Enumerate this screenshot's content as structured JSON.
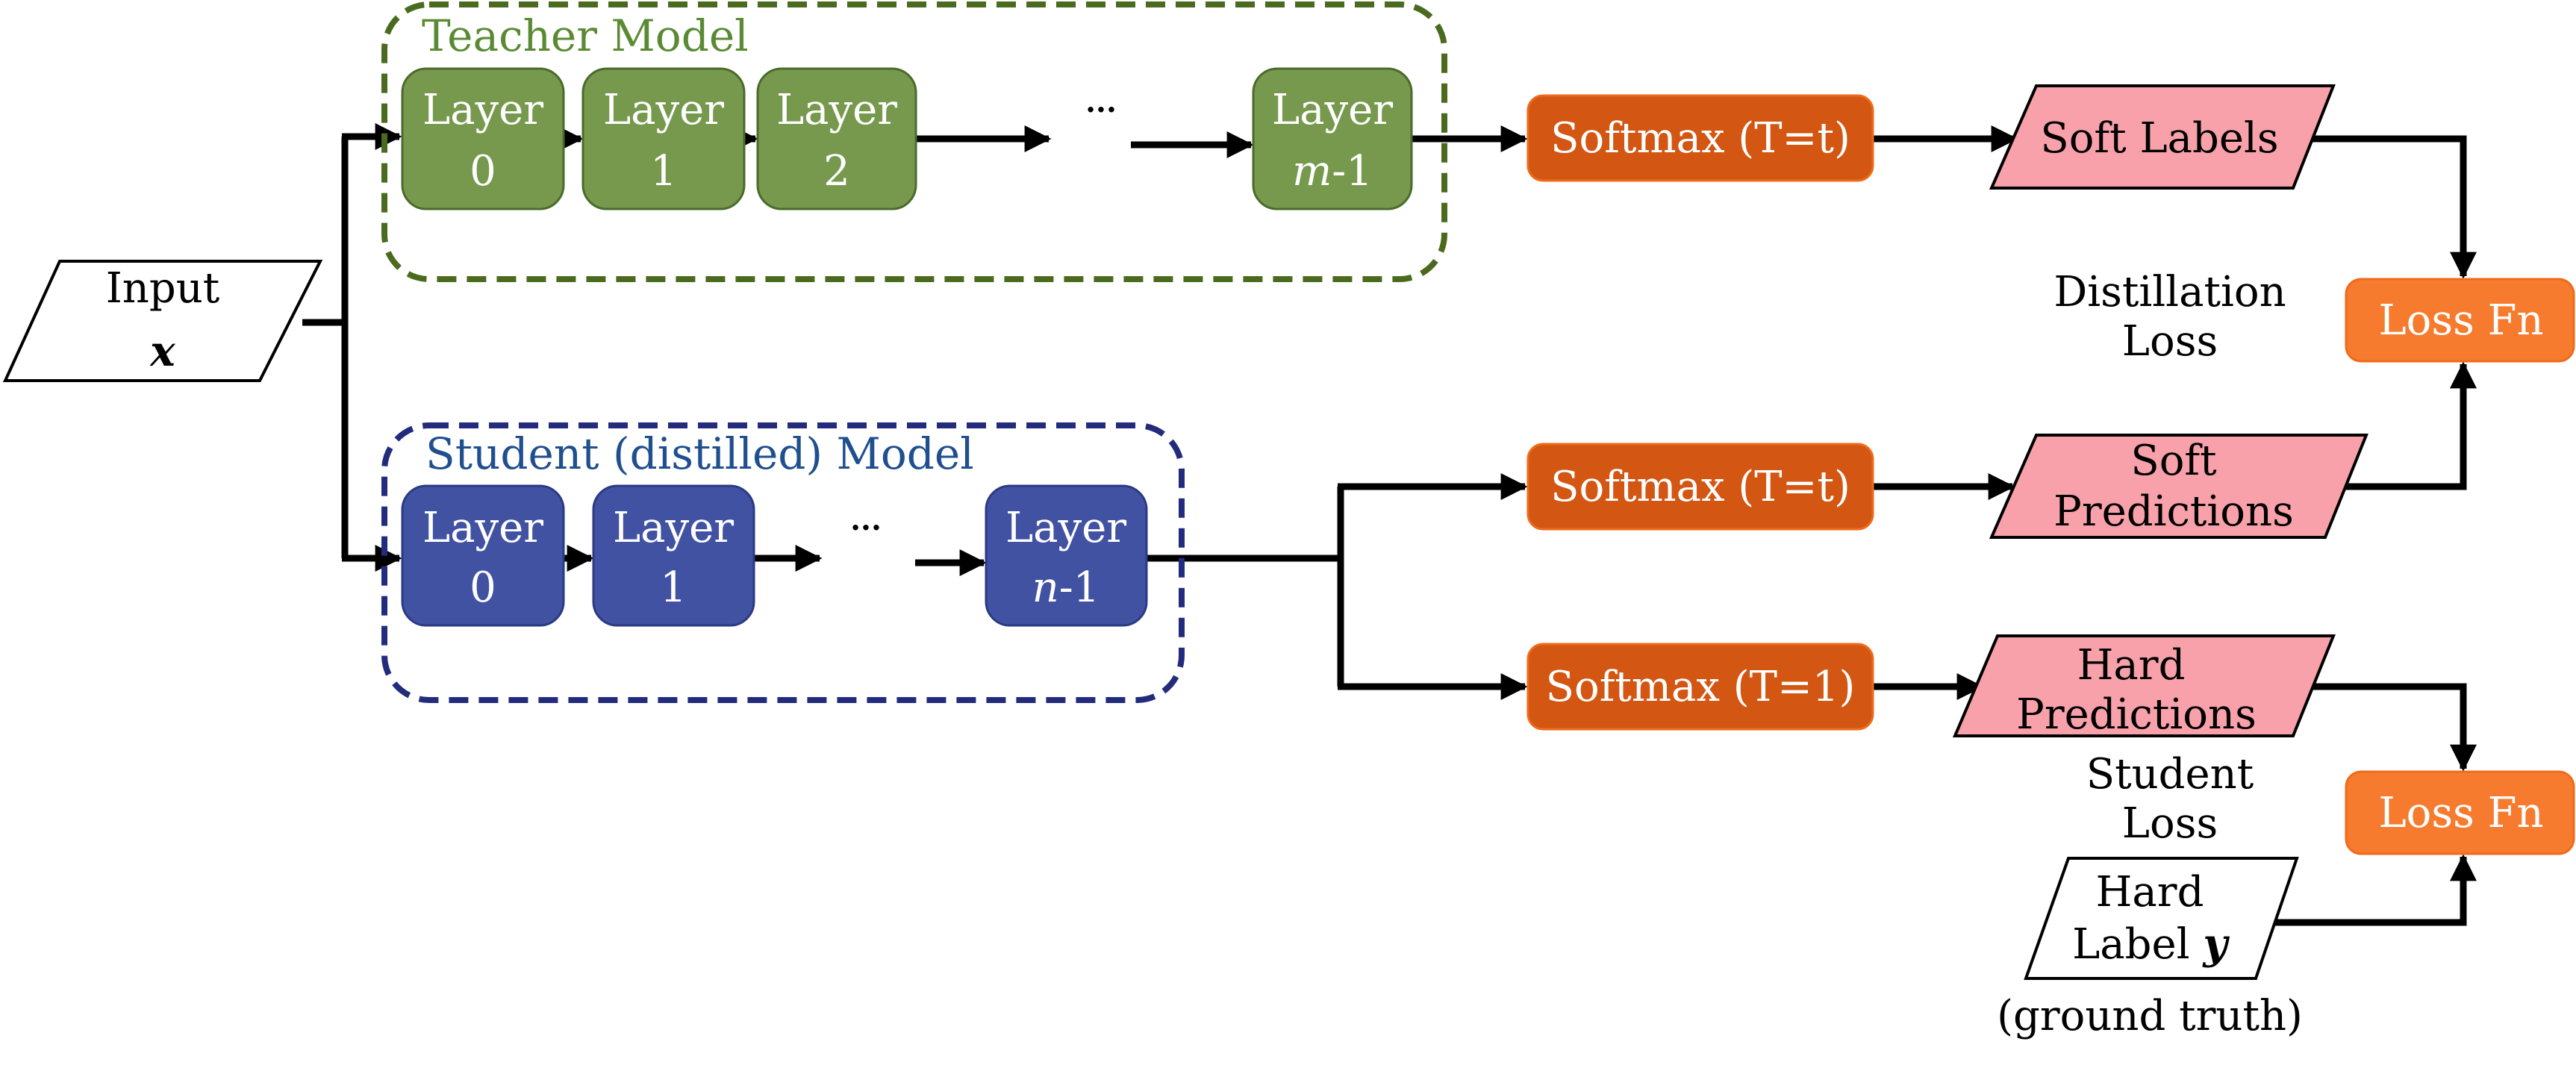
{
  "colors": {
    "teacher_fill": "#77994e",
    "teacher_stroke": "#4a6b2a",
    "teacher_dash": "#4a6b1e",
    "teacher_title": "#5a8a33",
    "student_fill": "#4252a2",
    "student_stroke": "#2b3a84",
    "student_dash": "#232c7c",
    "student_title": "#1f4f8f",
    "softmax_fill": "#d35612",
    "loss_fill": "#f77b2e",
    "pink_fill": "#f8a1aa"
  },
  "input": {
    "line1": "Input",
    "line2": "x"
  },
  "teacher": {
    "title": "Teacher Model",
    "layers": [
      {
        "line1": "Layer",
        "line2": "0"
      },
      {
        "line1": "Layer",
        "line2": "1"
      },
      {
        "line1": "Layer",
        "line2": "2"
      },
      {
        "line1": "Layer",
        "var": "m",
        "suffix": "-1"
      }
    ],
    "ellipsis": "..."
  },
  "student": {
    "title": "Student (distilled) Model",
    "layers": [
      {
        "line1": "Layer",
        "line2": "0"
      },
      {
        "line1": "Layer",
        "line2": "1"
      },
      {
        "line1": "Layer",
        "var": "n",
        "suffix": "-1"
      }
    ],
    "ellipsis": "..."
  },
  "softmax": {
    "teacher": "Softmax (T=t)",
    "student_soft": "Softmax (T=t)",
    "student_hard": "Softmax (T=1)"
  },
  "outputs": {
    "soft_labels": "Soft Labels",
    "soft_predictions": {
      "line1": "Soft",
      "line2": "Predictions"
    },
    "hard_predictions": {
      "line1": "Hard",
      "line2": "Predictions"
    },
    "hard_label": {
      "line1": "Hard",
      "line2": "Label",
      "var": "y"
    }
  },
  "loss": {
    "fn_top": "Loss Fn",
    "fn_bottom": "Loss Fn",
    "distillation": {
      "line1": "Distillation",
      "line2": "Loss"
    },
    "student": {
      "line1": "Student",
      "line2": "Loss"
    },
    "ground_truth": "(ground truth)"
  }
}
